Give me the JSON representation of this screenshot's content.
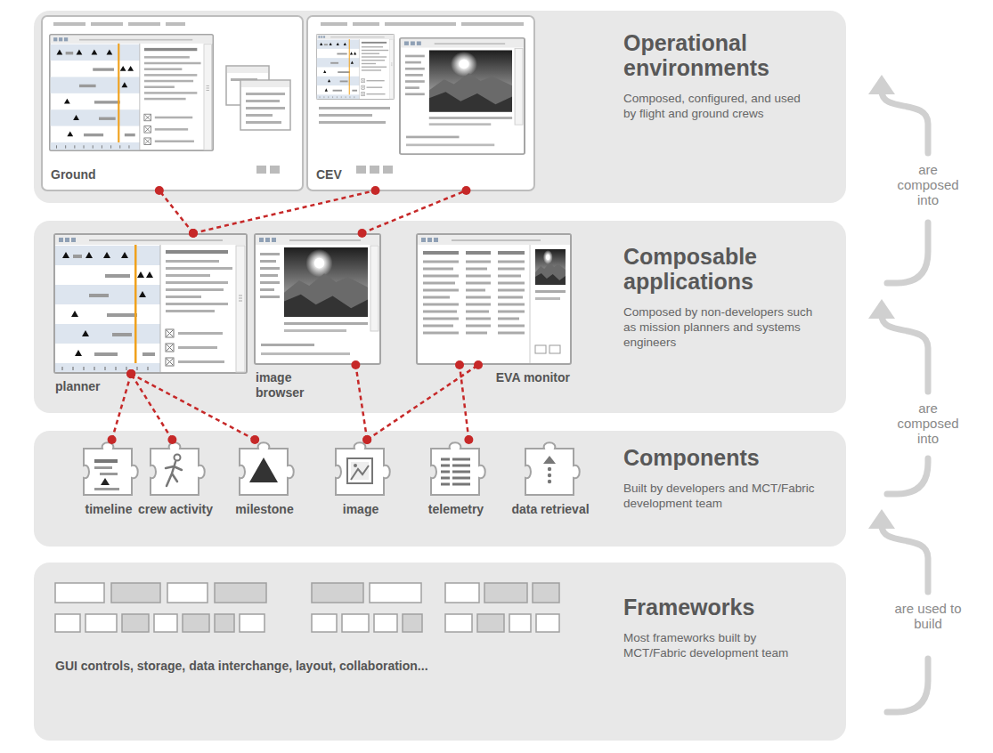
{
  "diagram": {
    "nodes": [
      {
        "text": [
          "Operational environments",
          "Composed, configured, and used by flight and ground crews"
        ]
      },
      {
        "text": [
          "Ground"
        ],
        "in": 0
      },
      {
        "text": [
          "CEV"
        ],
        "in": 0
      },
      {
        "text": [
          "Composable applications",
          "Composed by non-developers such as mission planners and systems engineers"
        ]
      },
      {
        "text": [
          "planner"
        ],
        "in": 3
      },
      {
        "text": [
          "image browser"
        ],
        "in": 3
      },
      {
        "text": [
          "EVA monitor"
        ],
        "in": 3
      },
      {
        "text": [
          "Components",
          "Built by developers and MCT/Fabric development team"
        ]
      },
      {
        "text": [
          "timeline"
        ],
        "in": 7
      },
      {
        "text": [
          "crew activity"
        ],
        "in": 7
      },
      {
        "text": [
          "milestone"
        ],
        "in": 7
      },
      {
        "text": [
          "image"
        ],
        "in": 7
      },
      {
        "text": [
          "telemetry"
        ],
        "in": 7
      },
      {
        "text": [
          "data retrieval"
        ],
        "in": 7
      },
      {
        "text": [
          "Frameworks",
          "Most frameworks built by MCT/Fabric development team",
          "GUI controls, storage, data interchange, layout, collaboration..."
        ]
      }
    ],
    "edges": [
      {
        "from": 4,
        "to": 1,
        "arrow": "none"
      },
      {
        "from": 4,
        "to": 2,
        "arrow": "none"
      },
      {
        "from": 5,
        "to": 2,
        "arrow": "none"
      },
      {
        "from": 8,
        "to": 4,
        "arrow": "none"
      },
      {
        "from": 9,
        "to": 4,
        "arrow": "none"
      },
      {
        "from": 10,
        "to": 4,
        "arrow": "none"
      },
      {
        "from": 11,
        "to": 5,
        "arrow": "none"
      },
      {
        "from": 11,
        "to": 6,
        "arrow": "none"
      },
      {
        "from": 12,
        "to": 6,
        "arrow": "none"
      }
    ],
    "labels": [
      "are composed into",
      "are composed into",
      "are used to build"
    ]
  }
}
